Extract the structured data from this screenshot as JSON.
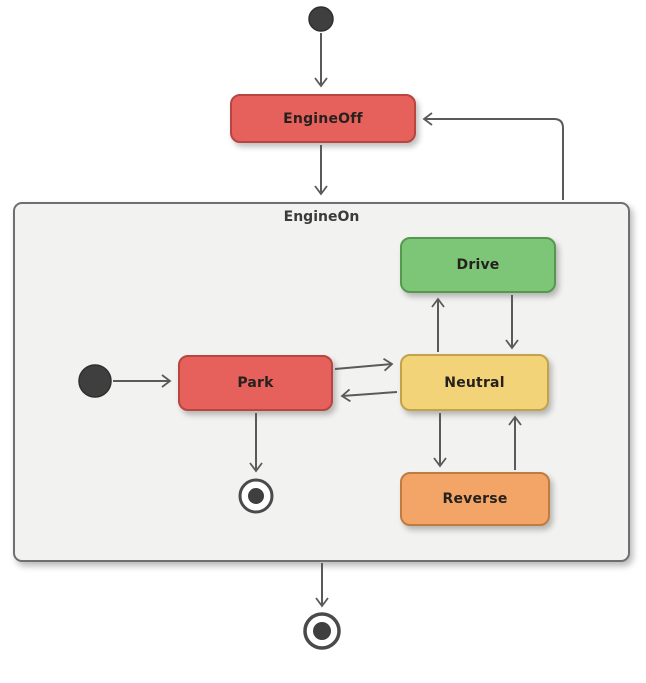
{
  "diagram": {
    "kind": "uml-state-machine",
    "engine_off": {
      "label": "EngineOff"
    },
    "engine_on": {
      "label": "EngineOn"
    },
    "drive": {
      "label": "Drive"
    },
    "park": {
      "label": "Park"
    },
    "neutral": {
      "label": "Neutral"
    },
    "reverse": {
      "label": "Reverse"
    },
    "colors": {
      "red_fill": "#e6615b",
      "red_border": "#b8453f",
      "green_fill": "#7dc678",
      "green_border": "#55994f",
      "yellow_fill": "#f2d377",
      "yellow_border": "#c2a24a",
      "orange_fill": "#f2a566",
      "orange_border": "#c07b3e",
      "composite_fill": "#f2f2f1",
      "composite_border": "#6f6f6f",
      "edge": "#5a5a5a",
      "pseudo_state": "#3f3f3f"
    },
    "transitions": [
      {
        "from": "initial",
        "to": "EngineOff"
      },
      {
        "from": "EngineOff",
        "to": "EngineOn"
      },
      {
        "from": "EngineOn",
        "to": "EngineOff"
      },
      {
        "from": "EngineOn",
        "to": "final"
      },
      {
        "from": "initial-inner",
        "to": "Park"
      },
      {
        "from": "Park",
        "to": "Neutral"
      },
      {
        "from": "Neutral",
        "to": "Park"
      },
      {
        "from": "Neutral",
        "to": "Drive"
      },
      {
        "from": "Drive",
        "to": "Neutral"
      },
      {
        "from": "Neutral",
        "to": "Reverse"
      },
      {
        "from": "Reverse",
        "to": "Neutral"
      },
      {
        "from": "Park",
        "to": "final-inner"
      }
    ]
  }
}
